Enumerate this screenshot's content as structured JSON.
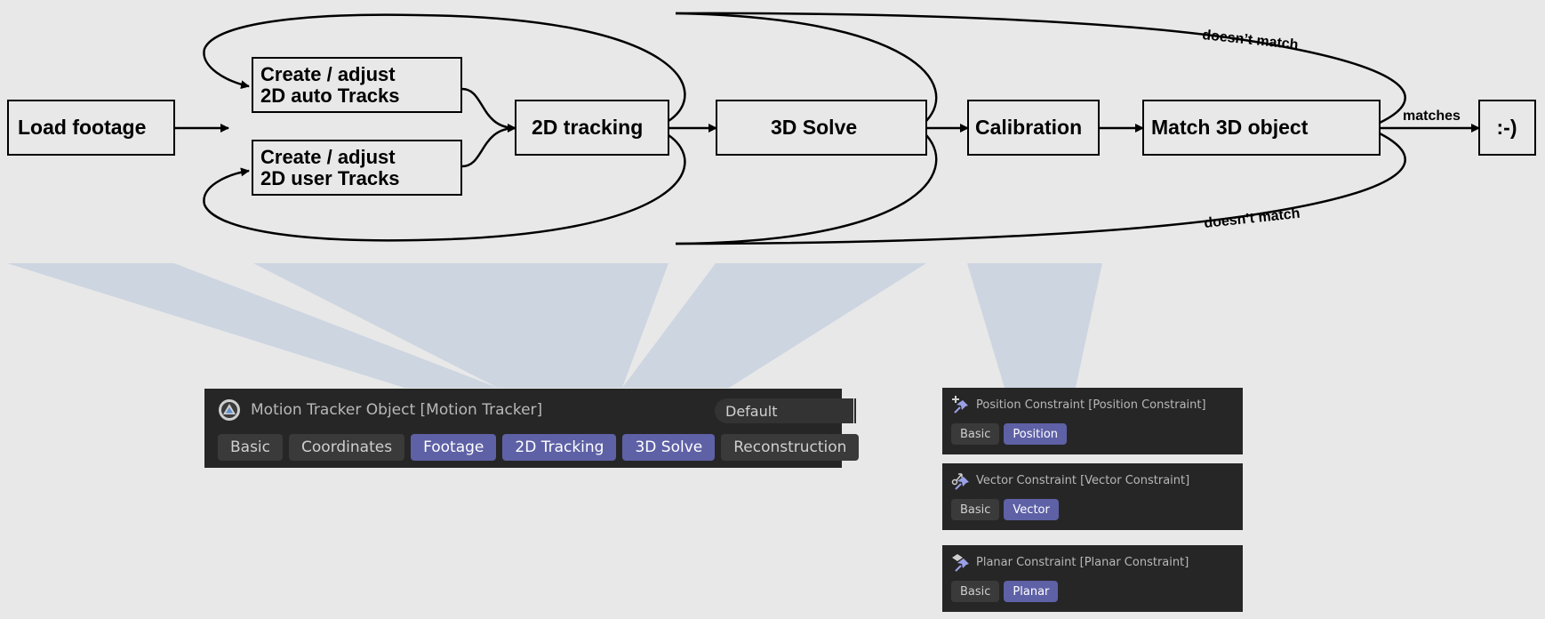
{
  "diagram": {
    "nodes": {
      "load_footage": "Load footage",
      "auto_tracks_line1": "Create / adjust",
      "auto_tracks_line2": "2D auto Tracks",
      "user_tracks_line1": "Create / adjust",
      "user_tracks_line2": "2D  user Tracks",
      "tracking_2d": "2D tracking",
      "solve_3d": "3D Solve",
      "calibration": "Calibration",
      "match_3d_object": "Match 3D object",
      "smiley": ":-)"
    },
    "edge_labels": {
      "doesnt_match_top": "doesn’t match",
      "doesnt_match_bottom": "doesn’t match",
      "matches": "matches"
    },
    "colors": {
      "beam": "#cdd5e1",
      "background": "#e8e8e8",
      "panel": "#262626",
      "tab": "#3a3a3a",
      "tab_active": "#5e61a6"
    }
  },
  "motion_tracker_panel": {
    "icon": "motion-tracker-icon",
    "title": "Motion Tracker Object [Motion Tracker]",
    "preset": "Default",
    "tabs": [
      {
        "label": "Basic",
        "active": false
      },
      {
        "label": "Coordinates",
        "active": false
      },
      {
        "label": "Footage",
        "active": true
      },
      {
        "label": "2D Tracking",
        "active": true
      },
      {
        "label": "3D Solve",
        "active": true
      },
      {
        "label": "Reconstruction",
        "active": false
      }
    ]
  },
  "constraint_panels": [
    {
      "icon": "position-constraint-icon",
      "title": "Position Constraint [Position Constraint]",
      "tabs": [
        {
          "label": "Basic",
          "active": false
        },
        {
          "label": "Position",
          "active": true
        }
      ]
    },
    {
      "icon": "vector-constraint-icon",
      "title": "Vector Constraint [Vector Constraint]",
      "tabs": [
        {
          "label": "Basic",
          "active": false
        },
        {
          "label": "Vector",
          "active": true
        }
      ]
    },
    {
      "icon": "planar-constraint-icon",
      "title": "Planar Constraint [Planar Constraint]",
      "tabs": [
        {
          "label": "Basic",
          "active": false
        },
        {
          "label": "Planar",
          "active": true
        }
      ]
    }
  ]
}
